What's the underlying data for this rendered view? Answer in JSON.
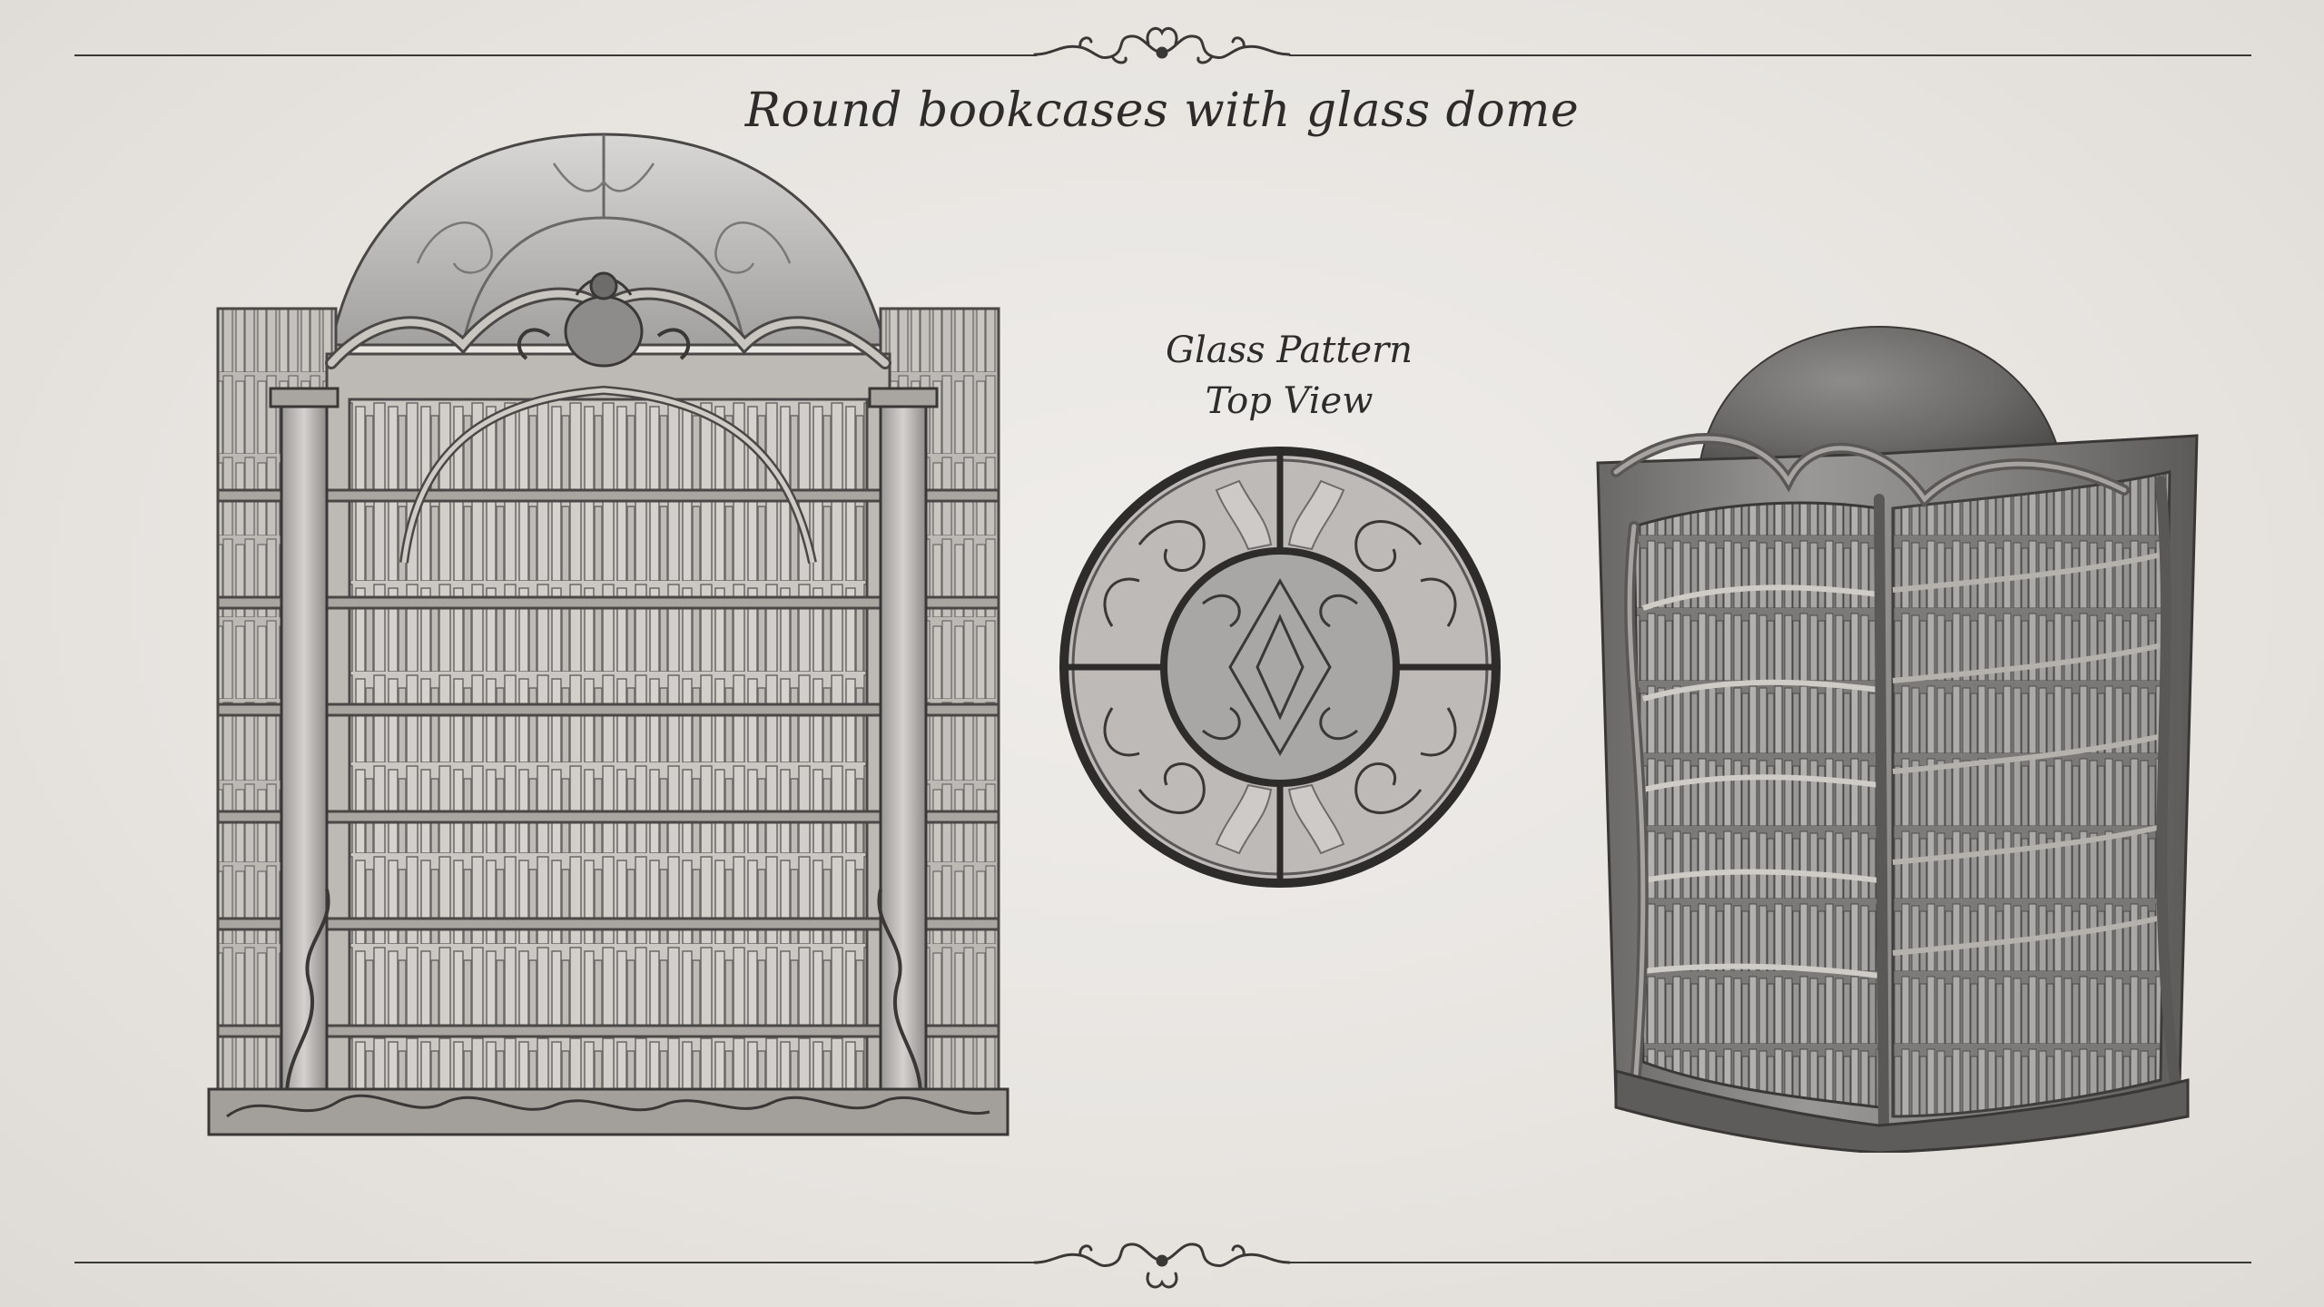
{
  "sheet": {
    "title": "Round bookcases with glass dome",
    "glass_caption": {
      "line1": "Glass Pattern",
      "line2": "Top View"
    }
  },
  "illustrations": {
    "front": "front-elevation-bookcase",
    "top": "glass-dome-top-view",
    "render": "bookcase-3d-render"
  },
  "colors": {
    "paper": "#e8e5e1",
    "ink": "#2e2c2b",
    "line": "#3a3837",
    "shelf_fill": "#b9b6b3",
    "book_fill": "#cfccc8",
    "glass": "#a8a6a4",
    "render_stone": "#8e8c8a"
  }
}
